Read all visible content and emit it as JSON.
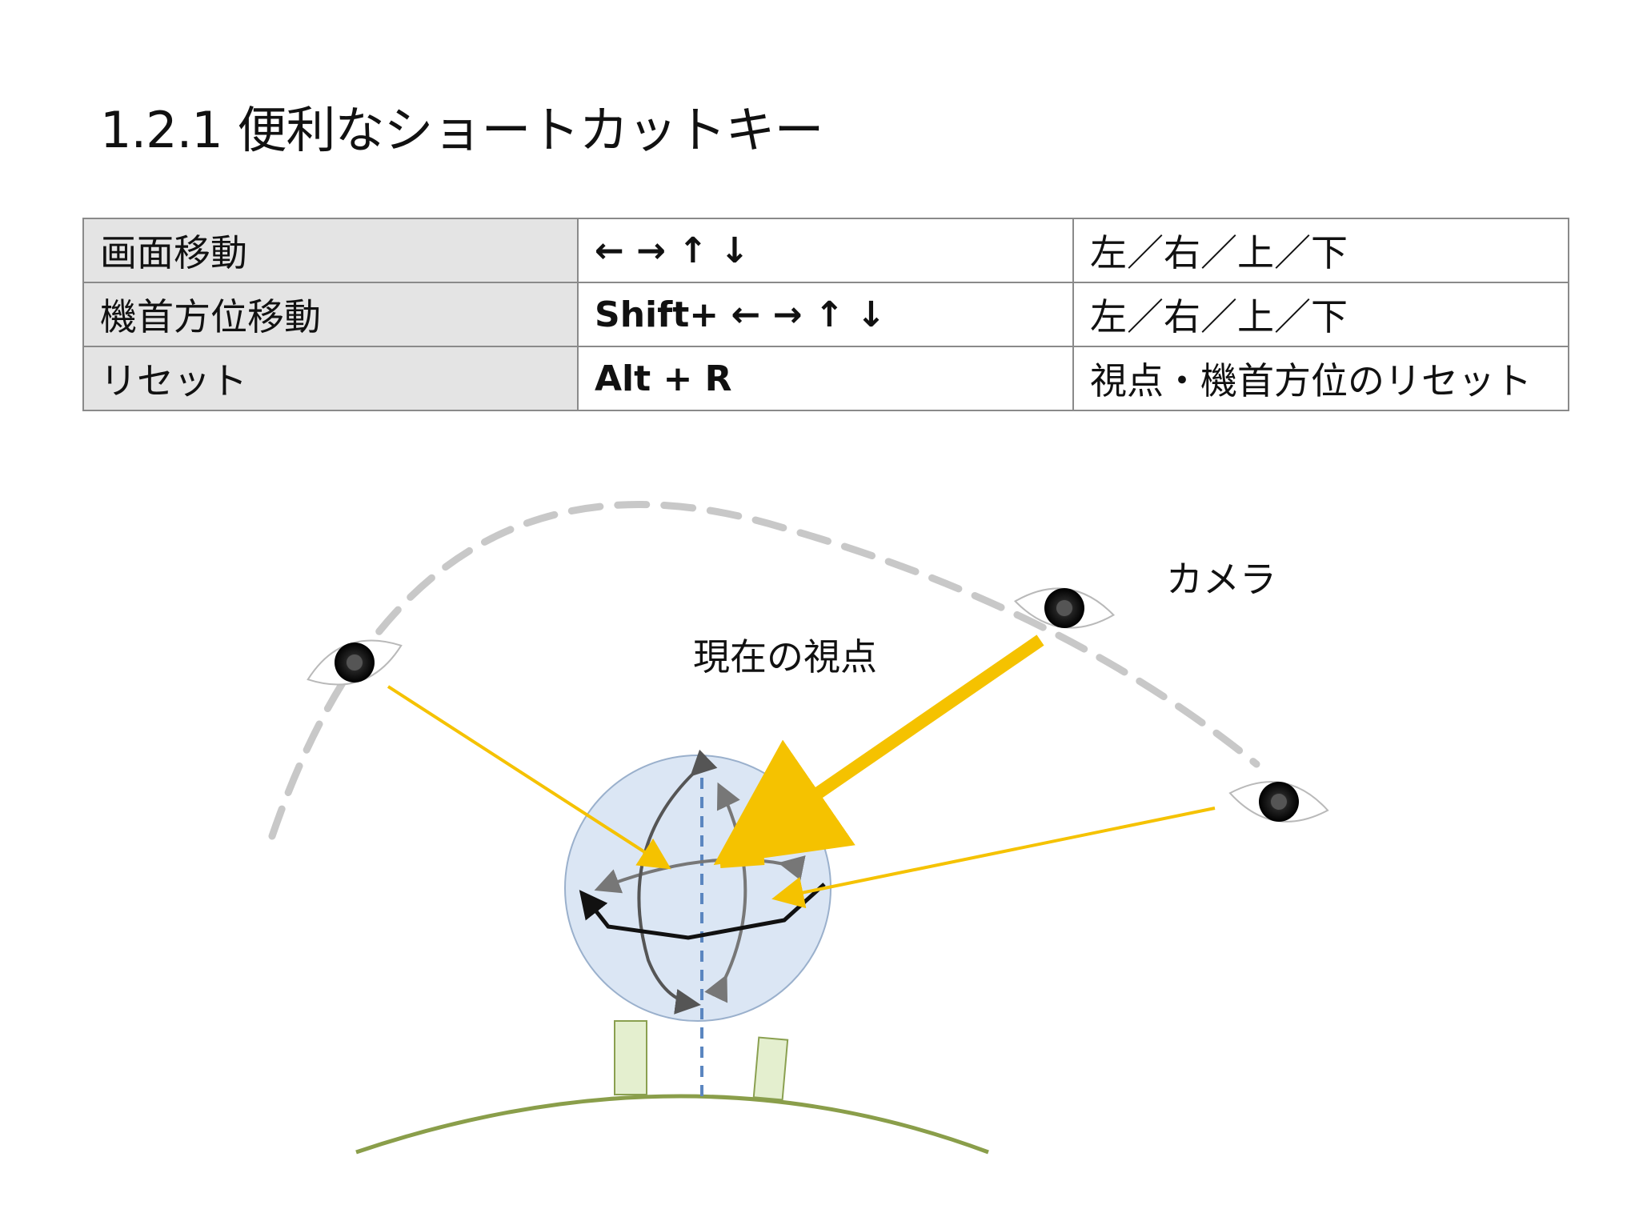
{
  "title": "1.2.1 便利なショートカットキー",
  "shortcuts": [
    {
      "action": "画面移動",
      "keys": "← → ↑ ↓",
      "description": "左／右／上／下"
    },
    {
      "action": "機首方位移動",
      "keys": "Shift+ ← → ↑ ↓",
      "description": "左／右／上／下"
    },
    {
      "action": "リセット",
      "keys": "Alt + R",
      "description": "視点・機首方位のリセット"
    }
  ],
  "diagram": {
    "camera_label": "カメラ",
    "viewpoint_label": "現在の視点",
    "colors": {
      "ray": "#f5c200",
      "orbit": "#c8c8c8",
      "sphere_fill": "#dbe6f4",
      "sphere_stroke": "#9ab0cc",
      "axis": "#5b86c0",
      "ground": "#8a9e4a",
      "building_fill": "#e4efcf",
      "building_stroke": "#8aa050"
    },
    "icons": [
      "eye-icon-left",
      "eye-icon-current",
      "eye-icon-right"
    ]
  }
}
